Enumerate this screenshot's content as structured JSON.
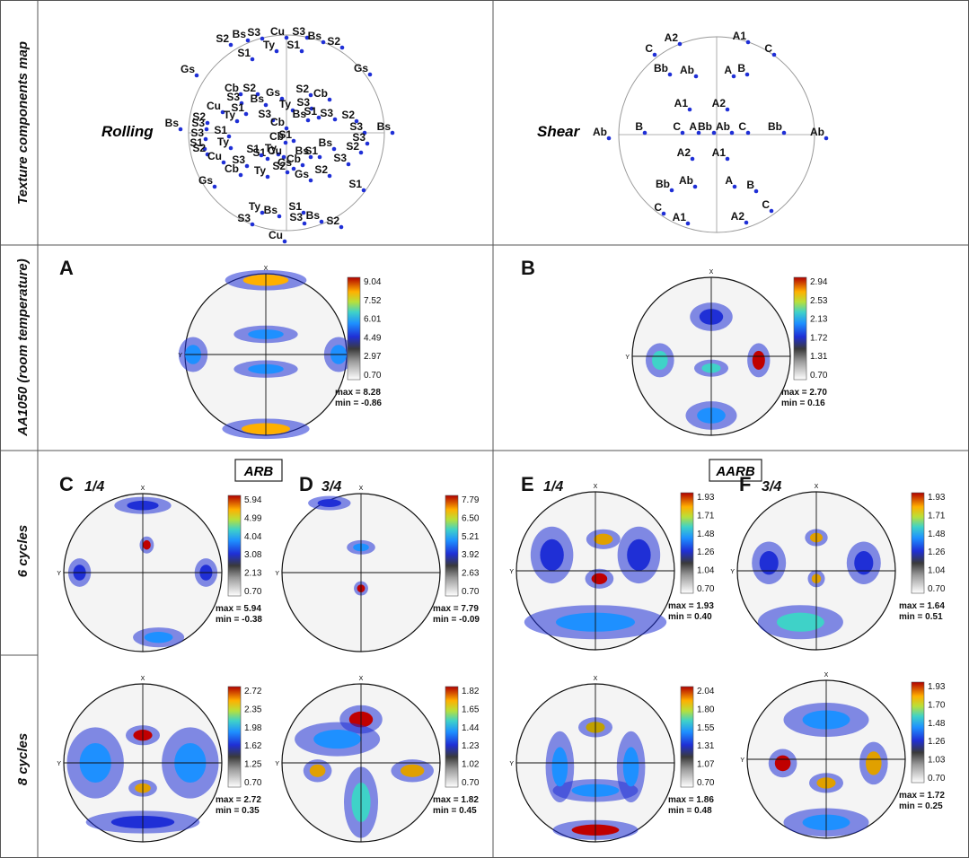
{
  "row_labels": {
    "map": "Texture components map",
    "aa1050": "AA1050 (room temperature)",
    "six": "6 cycles",
    "eight": "8 cycles"
  },
  "map_titles": {
    "rolling": "Rolling",
    "shear": "Shear"
  },
  "group_boxes": {
    "arb": "ARB",
    "aarb": "AARB"
  },
  "panel_letters": {
    "A": "A",
    "B": "B",
    "C": "C",
    "D": "D",
    "E": "E",
    "F": "F"
  },
  "fractions": {
    "c": "1/4",
    "d": "3/4",
    "e": "1/4",
    "f": "3/4"
  },
  "axis_letters": {
    "x": "X",
    "y": "Y"
  },
  "colors": {
    "border": "#555555",
    "marker": "#1f2fd6",
    "circle": "#999999",
    "high": "#c00000",
    "low": "#ffffff"
  },
  "rolling_map_labels": [
    "Cu",
    "S3",
    "Bs",
    "S2",
    "Bs",
    "S3",
    "S2",
    "Ty",
    "S1",
    "S1",
    "Gs",
    "Gs",
    "Cb",
    "S2",
    "Gs",
    "S2",
    "Cb",
    "S3",
    "Bs",
    "S3",
    "Ty",
    "Cu",
    "S1",
    "S3",
    "S1",
    "Ty",
    "Bs",
    "S2",
    "S3",
    "S2",
    "S3",
    "S1",
    "S3",
    "Cb",
    "Bs",
    "S3",
    "Bs",
    "S1",
    "S2",
    "S3",
    "S1",
    "Cb",
    "Ty",
    "Bs",
    "S2",
    "Ty",
    "S1",
    "Bs",
    "S1",
    "S1",
    "Cu",
    "Cu",
    "S3",
    "S3",
    "Cb",
    "Cb",
    "S2",
    "Ty",
    "Gs",
    "S2",
    "Gs",
    "Gs",
    "S1",
    "Ty",
    "S1",
    "Bs",
    "S3",
    "S3",
    "Bs",
    "S2",
    "Cu"
  ],
  "shear_map_labels": [
    "A2",
    "A1",
    "C",
    "C",
    "Bb",
    "Ab",
    "A",
    "B",
    "A1",
    "A2",
    "Ab",
    "B",
    "C",
    "A",
    "Bb",
    "Ab",
    "C",
    "Bb",
    "Ab",
    "A1",
    "A2",
    "Ab",
    "A",
    "B",
    "Bb",
    "C",
    "A1",
    "A2",
    "C"
  ],
  "chart_data": [
    {
      "panel": "A",
      "type": "heatmap",
      "colorbar_ticks": [
        "9.04",
        "7.52",
        "6.01",
        "4.49",
        "2.97",
        "0.70"
      ],
      "max_text": "max = 8.28",
      "min_text": "min = -0.86"
    },
    {
      "panel": "B",
      "type": "heatmap",
      "colorbar_ticks": [
        "2.94",
        "2.53",
        "2.13",
        "1.72",
        "1.31",
        "0.70"
      ],
      "max_text": "max = 2.70",
      "min_text": "min = 0.16"
    },
    {
      "panel": "C",
      "cycles": "6 cycles",
      "type": "heatmap",
      "colorbar_ticks": [
        "5.94",
        "4.99",
        "4.04",
        "3.08",
        "2.13",
        "0.70"
      ],
      "max_text": "max = 5.94",
      "min_text": "min = -0.38"
    },
    {
      "panel": "D",
      "cycles": "6 cycles",
      "type": "heatmap",
      "colorbar_ticks": [
        "7.79",
        "6.50",
        "5.21",
        "3.92",
        "2.63",
        "0.70"
      ],
      "max_text": "max = 7.79",
      "min_text": "min = -0.09"
    },
    {
      "panel": "E",
      "cycles": "6 cycles",
      "type": "heatmap",
      "colorbar_ticks": [
        "1.93",
        "1.71",
        "1.48",
        "1.26",
        "1.04",
        "0.70"
      ],
      "max_text": "max = 1.93",
      "min_text": "min = 0.40"
    },
    {
      "panel": "F",
      "cycles": "6 cycles",
      "type": "heatmap",
      "colorbar_ticks": [
        "1.93",
        "1.71",
        "1.48",
        "1.26",
        "1.04",
        "0.70"
      ],
      "max_text": "max = 1.64",
      "min_text": "min = 0.51"
    },
    {
      "panel": "C",
      "cycles": "8 cycles",
      "type": "heatmap",
      "colorbar_ticks": [
        "2.72",
        "2.35",
        "1.98",
        "1.62",
        "1.25",
        "0.70"
      ],
      "max_text": "max = 2.72",
      "min_text": "min = 0.35"
    },
    {
      "panel": "D",
      "cycles": "8 cycles",
      "type": "heatmap",
      "colorbar_ticks": [
        "1.82",
        "1.65",
        "1.44",
        "1.23",
        "1.02",
        "0.70"
      ],
      "max_text": "max = 1.82",
      "min_text": "min = 0.45"
    },
    {
      "panel": "E",
      "cycles": "8 cycles",
      "type": "heatmap",
      "colorbar_ticks": [
        "2.04",
        "1.80",
        "1.55",
        "1.31",
        "1.07",
        "0.70"
      ],
      "max_text": "max = 1.86",
      "min_text": "min = 0.48"
    },
    {
      "panel": "F",
      "cycles": "8 cycles",
      "type": "heatmap",
      "colorbar_ticks": [
        "1.93",
        "1.70",
        "1.48",
        "1.26",
        "1.03",
        "0.70"
      ],
      "max_text": "max = 1.72",
      "min_text": "min = 0.25"
    }
  ]
}
